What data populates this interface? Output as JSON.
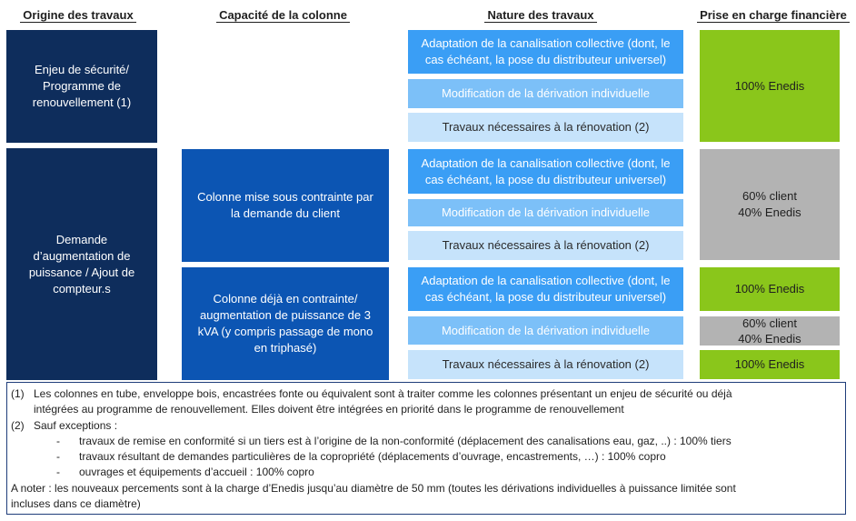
{
  "headers": {
    "origine": "Origine des travaux",
    "capacite": "Capacité de la colonne",
    "nature": "Nature des travaux",
    "prise": "Prise en charge financière"
  },
  "origine": {
    "securite": "Enjeu de sécurité/\nProgramme de\nrenouvellement  (1)",
    "demande": "Demande\nd’augmentation de\npuissance / Ajout de\ncompteur.s"
  },
  "capacite": {
    "contrainte_client": "Colonne mise sous contrainte par\nla demande du client",
    "deja_contrainte": "Colonne déjà en contrainte/\naugmentation de puissance de 3\nkVA (y compris passage de mono\nen triphasé)"
  },
  "groups": [
    {
      "nature": [
        "Adaptation de la canalisation collective (dont, le\ncas échéant, la pose du distributeur universel)",
        "Modification de la dérivation individuelle",
        "Travaux nécessaires à la rénovation (2)"
      ],
      "prise": [
        "100% Enedis"
      ]
    },
    {
      "nature": [
        "Adaptation de la canalisation collective (dont, le\ncas échéant, la pose du distributeur universel)",
        "Modification de la dérivation individuelle",
        "Travaux nécessaires à la rénovation (2)"
      ],
      "prise": [
        "60% client\n40% Enedis"
      ]
    },
    {
      "nature": [
        "Adaptation de la canalisation collective (dont, le\ncas échéant, la pose du distributeur universel)",
        "Modification de la dérivation individuelle",
        "Travaux nécessaires à la rénovation (2)"
      ],
      "prise": [
        "100% Enedis",
        "60% client\n40% Enedis",
        "100% Enedis"
      ]
    }
  ],
  "colors": {
    "navy": "#0e2d5c",
    "royal": "#0c55b3",
    "nature_dark": "#3a9ef5",
    "nature_mid": "#7cc0f8",
    "nature_light": "#c6e3fb",
    "green": "#8ac61b",
    "grey": "#b3b3b3"
  },
  "notes": {
    "n1_num": "(1)",
    "n1_line1": "Les colonnes en tube, enveloppe bois, encastrées fonte ou équivalent sont à traiter comme les colonnes présentant un enjeu de sécurité ou déjà",
    "n1_line2": "intégrées au programme de renouvellement. Elles doivent être intégrées en priorité dans le programme de renouvellement",
    "n2_num": "(2)",
    "n2_line": "Sauf exceptions :",
    "dash": "-",
    "bullets": [
      "travaux de remise en conformité si un tiers est à l’origine de la non-conformité (déplacement des canalisations eau, gaz, ..) : 100% tiers",
      "travaux résultant de demandes particulières de la copropriété (déplacements d’ouvrage, encastrements, …) : 100% copro",
      "ouvrages et équipements d’accueil : 100% copro"
    ],
    "anoter_line1": "A noter : les nouveaux percements sont à la charge d’Enedis jusqu’au diamètre de 50 mm (toutes les dérivations individuelles à puissance limitée sont",
    "anoter_line2": "incluses dans ce diamètre)"
  }
}
